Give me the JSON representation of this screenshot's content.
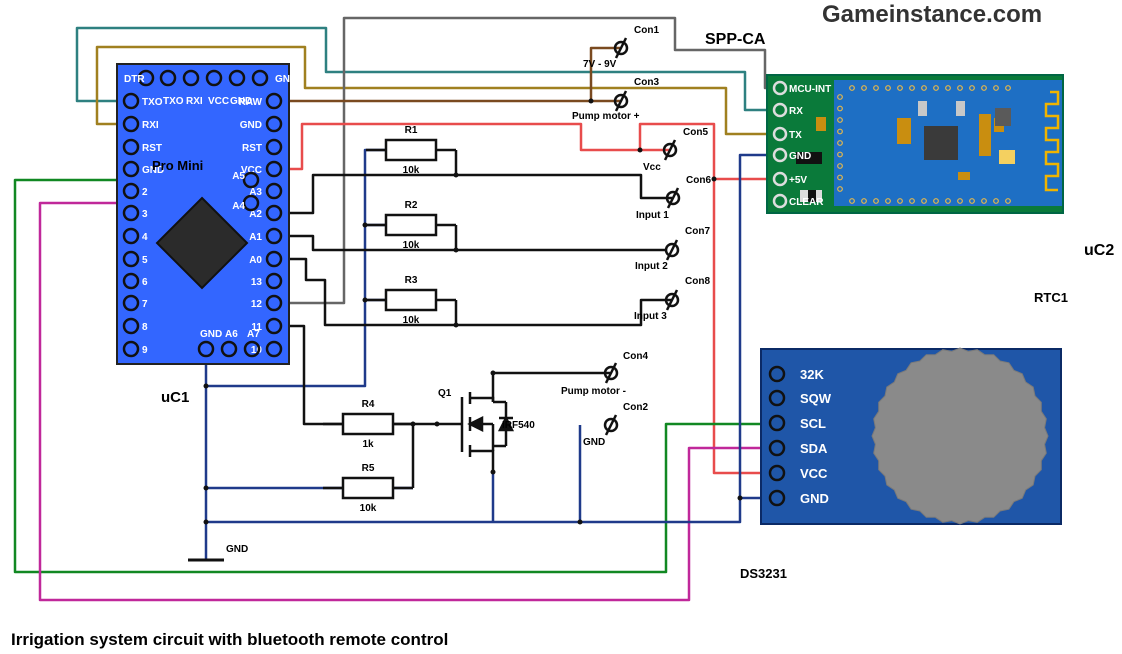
{
  "site": "Gameinstance.com",
  "caption": "Irrigation system circuit with bluetooth remote control",
  "uc1": {
    "ref": "uC1",
    "name": "Pro Mini",
    "top_pins": [
      "DTR",
      "TXO",
      "RXI",
      "VCC",
      "GND",
      "GND"
    ],
    "left_pins": [
      "TXO",
      "RXI",
      "RST",
      "GND",
      "2",
      "3",
      "4",
      "5",
      "6",
      "7",
      "8",
      "9"
    ],
    "right_pins": [
      "RAW",
      "GND",
      "RST",
      "VCC",
      "A3",
      "A2",
      "A1",
      "A0",
      "13",
      "12",
      "11",
      "10"
    ],
    "bottom_pins": [
      "GND",
      "A6",
      "A7"
    ],
    "inner_pins": [
      "A5",
      "A4"
    ]
  },
  "uc2": {
    "ref": "uC2",
    "name": "SPP-CA",
    "pins": [
      "MCU-INT",
      "RX",
      "TX",
      "GND",
      "+5V",
      "CLEAR"
    ]
  },
  "rtc": {
    "ref": "RTC1",
    "name": "DS3231",
    "pins": [
      "32K",
      "SQW",
      "SCL",
      "SDA",
      "VCC",
      "GND"
    ]
  },
  "connectors": {
    "con1": {
      "ref": "Con1",
      "label": "7V - 9V"
    },
    "con3": {
      "ref": "Con3",
      "label": "Pump motor +"
    },
    "con5": {
      "ref": "Con5",
      "label": "Vcc"
    },
    "con6": {
      "ref": "Con6",
      "label": "Input 1"
    },
    "con7": {
      "ref": "Con7",
      "label": "Input 2"
    },
    "con8": {
      "ref": "Con8",
      "label": "Input 3"
    },
    "con4": {
      "ref": "Con4",
      "label": "Pump motor -"
    },
    "con2": {
      "ref": "Con2",
      "label": "GND"
    }
  },
  "resistors": {
    "r1": {
      "ref": "R1",
      "value": "10k"
    },
    "r2": {
      "ref": "R2",
      "value": "10k"
    },
    "r3": {
      "ref": "R3",
      "value": "10k"
    },
    "r4": {
      "ref": "R4",
      "value": "1k"
    },
    "r5": {
      "ref": "R5",
      "value": "10k"
    }
  },
  "mosfet": {
    "ref": "Q1",
    "part": "IRF540"
  },
  "ground_label": "GND",
  "colors": {
    "board_blue": "#3366ff",
    "bt_green": "#007a33",
    "rtc_blue": "#1f56a8",
    "wire_teal": "#2e8080",
    "wire_gold": "#a08020",
    "wire_brown": "#7a4a20",
    "wire_red": "#e84c4c",
    "wire_grey": "#666666",
    "wire_navy": "#1f3a8a",
    "wire_green": "#118822",
    "wire_magenta": "#c0289a"
  }
}
